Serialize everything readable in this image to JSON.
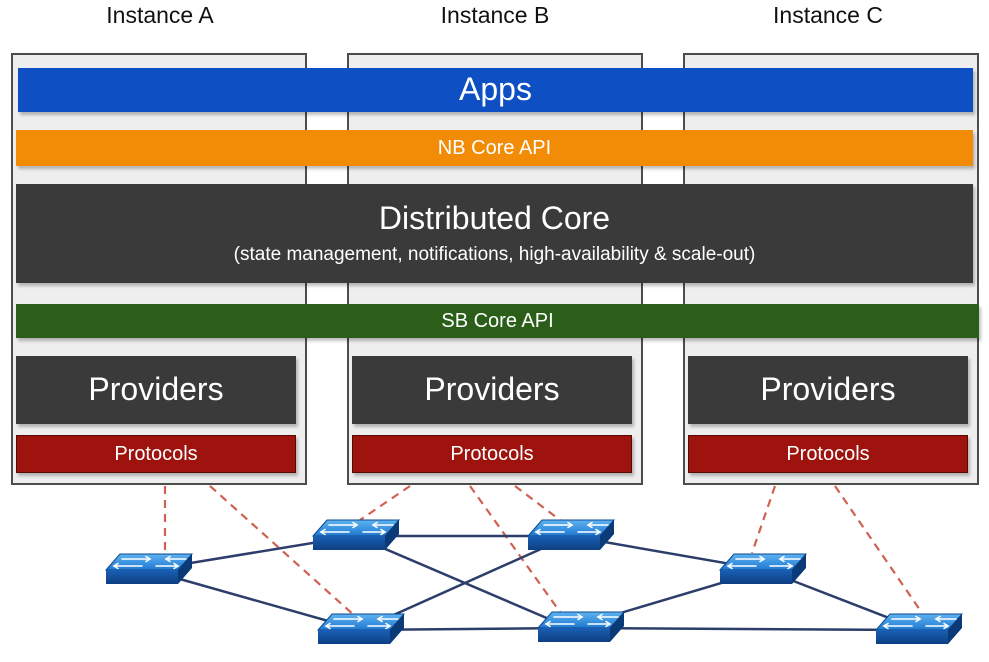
{
  "instances": [
    {
      "title": "Instance A",
      "providers": "Providers",
      "protocols": "Protocols"
    },
    {
      "title": "Instance B",
      "providers": "Providers",
      "protocols": "Protocols"
    },
    {
      "title": "Instance C",
      "providers": "Providers",
      "protocols": "Protocols"
    }
  ],
  "layers": {
    "apps": "Apps",
    "nb_api": "NB Core API",
    "core_title": "Distributed Core",
    "core_subtitle": "(state management, notifications, high-availability & scale-out)",
    "sb_api": "SB Core API"
  },
  "colors": {
    "apps": "#0e4fc4",
    "nb_api": "#f28c06",
    "core": "#3a3a3a",
    "sb_api": "#2a5e19",
    "protocols": "#9e130d",
    "switch": "#1f78d0",
    "link": "#2d3e6b",
    "control_link": "#d06050"
  },
  "network": {
    "switch_icon": "network-switch-icon",
    "switch_count": 7
  }
}
